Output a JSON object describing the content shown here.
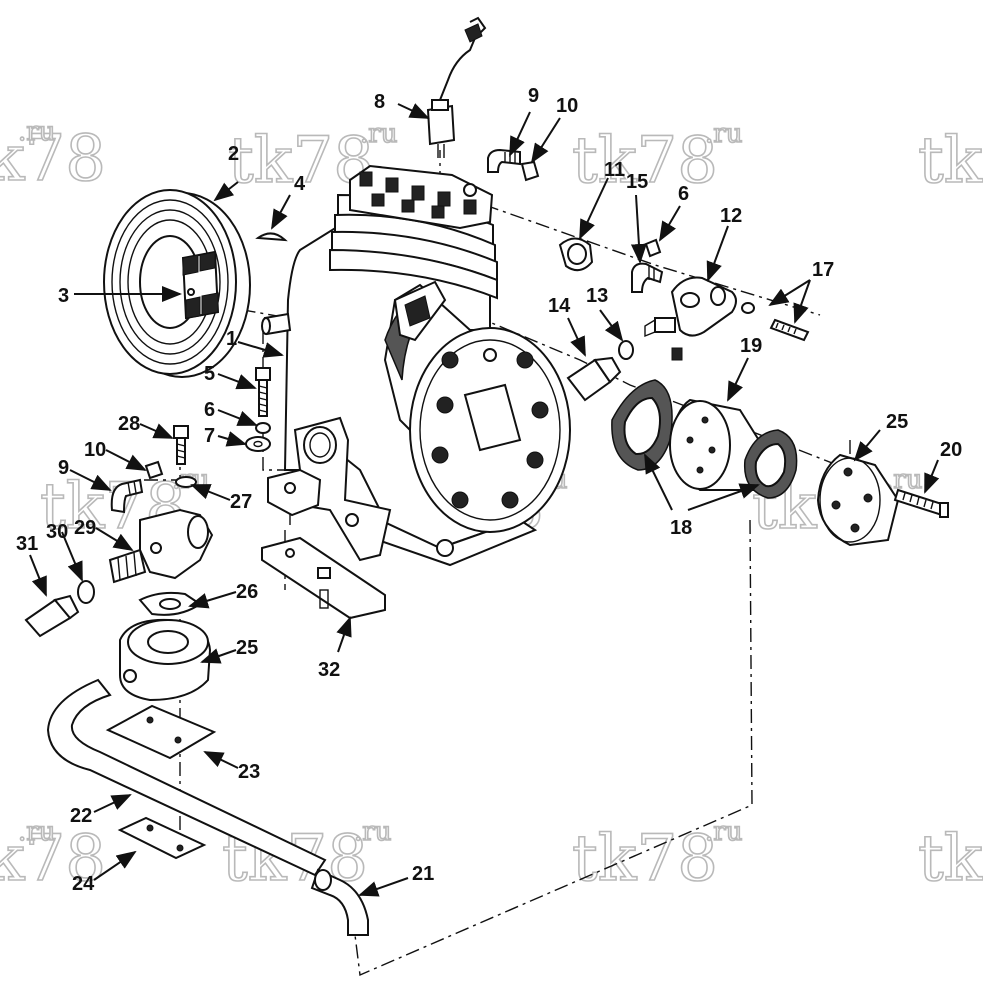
{
  "watermark": {
    "text": "tk78",
    "suffix": ".ru"
  },
  "colors": {
    "line": "#111111",
    "watermark_outline": "#b9b9b9",
    "background": "#ffffff"
  },
  "callouts": {
    "c1": "1",
    "c2": "2",
    "c3": "3",
    "c4": "4",
    "c5": "5",
    "c6a": "6",
    "c6b": "6",
    "c7": "7",
    "c8": "8",
    "c9a": "9",
    "c9b": "9",
    "c10a": "10",
    "c10b": "10",
    "c11": "11",
    "c12": "12",
    "c13": "13",
    "c14": "14",
    "c15": "15",
    "c17": "17",
    "c18": "18",
    "c19": "19",
    "c20": "20",
    "c21": "21",
    "c22": "22",
    "c23": "23",
    "c24": "24",
    "c25a": "25",
    "c25b": "25",
    "c26": "26",
    "c27": "27",
    "c28": "28",
    "c29": "29",
    "c30": "30",
    "c31": "31",
    "c32": "32"
  }
}
